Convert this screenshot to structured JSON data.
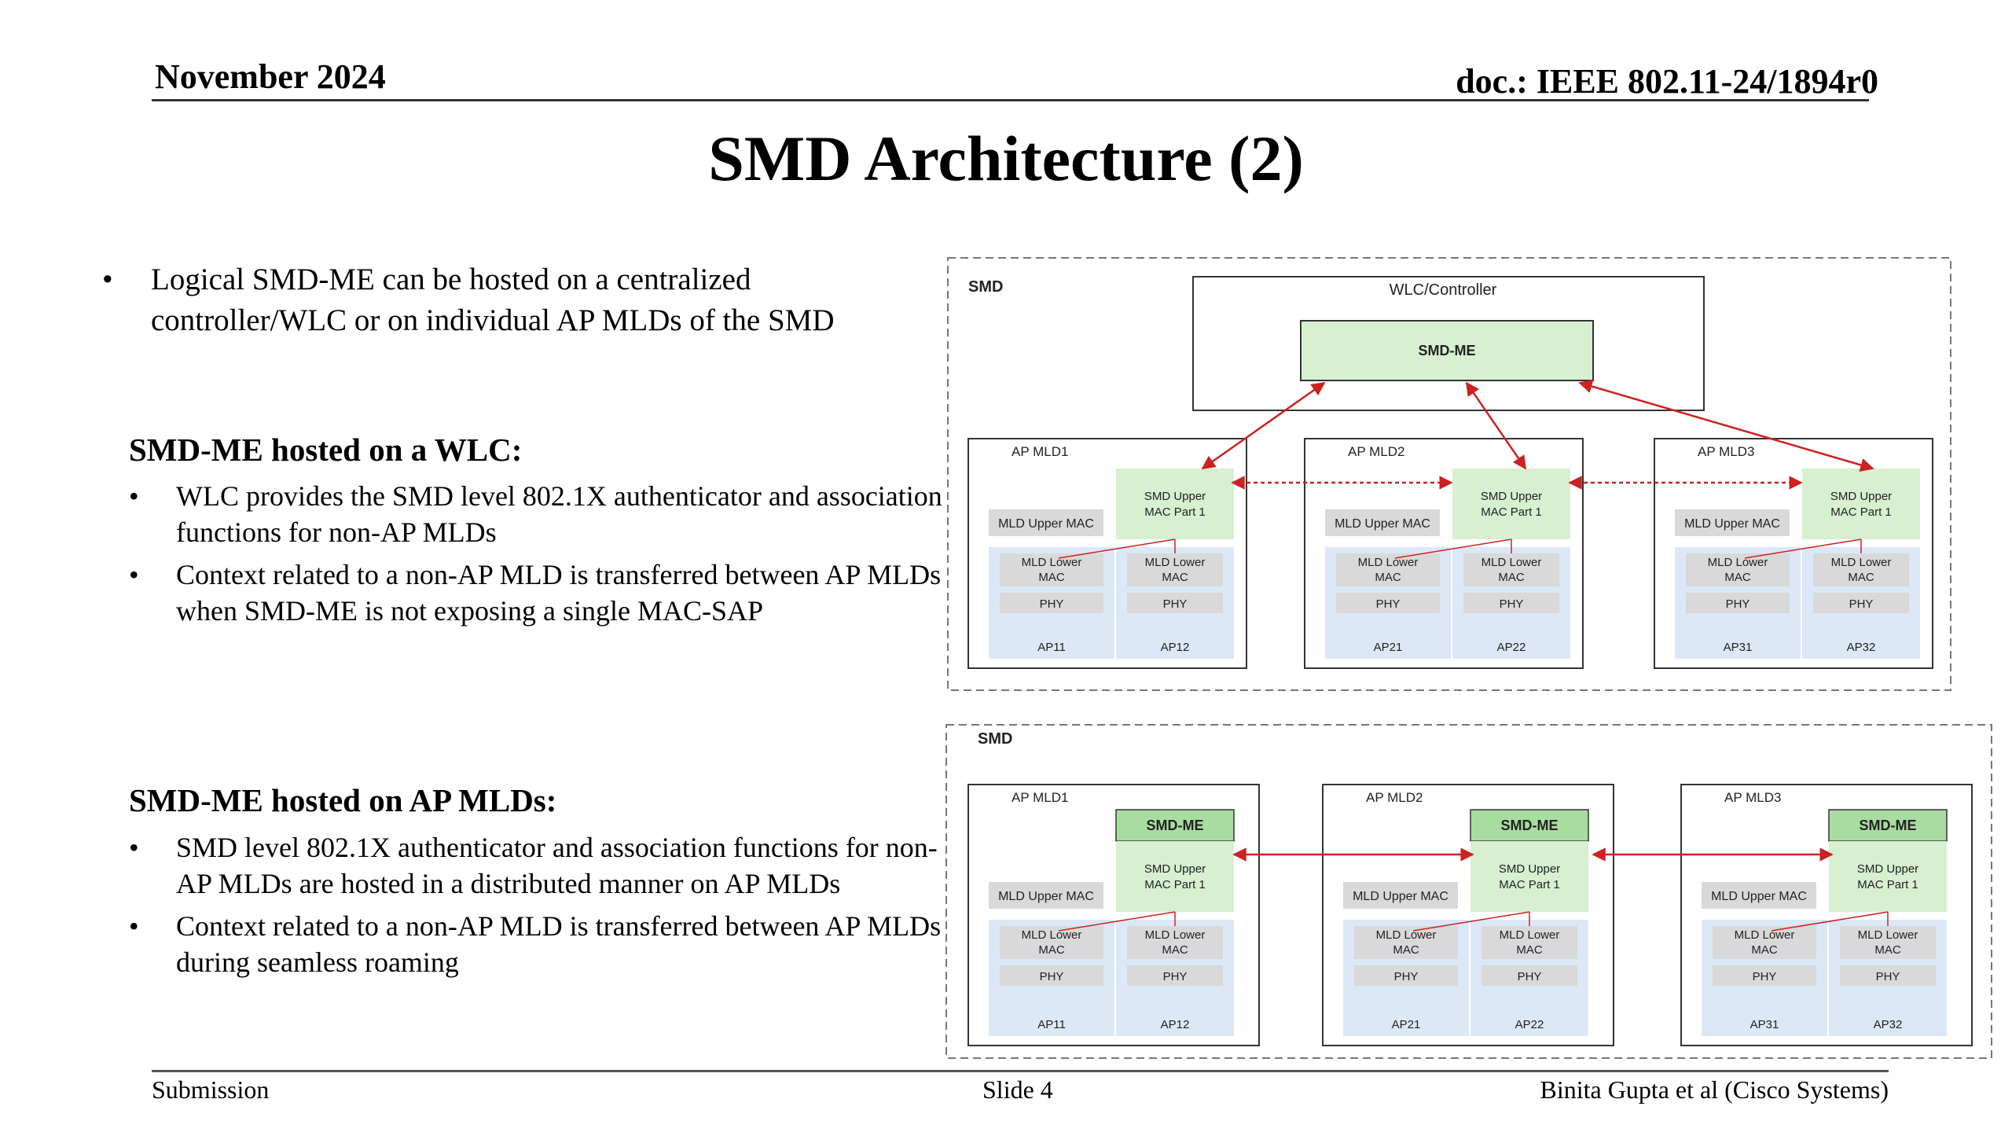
{
  "header": {
    "date": "November 2024",
    "doc": "doc.: IEEE 802.11-24/1894r0"
  },
  "title": "SMD Architecture (2)",
  "main_bullet": "Logical SMD-ME can be hosted on a centralized controller/WLC or on individual AP MLDs of the SMD",
  "wlc_section": {
    "heading": "SMD-ME hosted on a WLC:",
    "bullets": [
      "WLC provides the SMD level 802.1X authenticator and association functions for non-AP MLDs",
      "Context related to a non-AP MLD is transferred between AP MLDs when SMD-ME is not exposing a single MAC-SAP"
    ]
  },
  "ap_section": {
    "heading": "SMD-ME hosted on AP MLDs:",
    "bullets": [
      "SMD level 802.1X authenticator and association functions for non-AP MLDs are hosted in a distributed manner on AP MLDs",
      "Context related to a non-AP MLD is transferred between AP MLDs during seamless roaming"
    ]
  },
  "footer": {
    "left": "Submission",
    "center": "Slide 4",
    "right": "Binita Gupta et al (Cisco Systems)"
  },
  "diagram_top": {
    "smd_label": "SMD",
    "controller_label": "WLC/Controller",
    "smd_me_label": "SMD-ME",
    "ap_mlds": [
      {
        "label": "AP MLD1",
        "upper_part": "SMD Upper MAC Part 1",
        "upper_mac": "MLD Upper MAC",
        "lower_mac": "MLD Lower MAC",
        "phy": "PHY",
        "aps": [
          "AP11",
          "AP12"
        ]
      },
      {
        "label": "AP MLD2",
        "upper_part": "SMD Upper MAC Part 1",
        "upper_mac": "MLD Upper MAC",
        "lower_mac": "MLD Lower MAC",
        "phy": "PHY",
        "aps": [
          "AP21",
          "AP22"
        ]
      },
      {
        "label": "AP MLD3",
        "upper_part": "SMD Upper MAC Part 1",
        "upper_mac": "MLD Upper MAC",
        "lower_mac": "MLD Lower MAC",
        "phy": "PHY",
        "aps": [
          "AP31",
          "AP32"
        ]
      }
    ]
  },
  "diagram_bottom": {
    "smd_label": "SMD",
    "ap_mlds": [
      {
        "label": "AP MLD1",
        "smd_me": "SMD-ME",
        "upper_part": "SMD Upper MAC Part 1",
        "upper_mac": "MLD Upper MAC",
        "lower_mac": "MLD Lower MAC",
        "phy": "PHY",
        "aps": [
          "AP11",
          "AP12"
        ]
      },
      {
        "label": "AP MLD2",
        "smd_me": "SMD-ME",
        "upper_part": "SMD Upper MAC Part 1",
        "upper_mac": "MLD Upper MAC",
        "lower_mac": "MLD Lower MAC",
        "phy": "PHY",
        "aps": [
          "AP21",
          "AP22"
        ]
      },
      {
        "label": "AP MLD3",
        "smd_me": "SMD-ME",
        "upper_part": "SMD Upper MAC Part 1",
        "upper_mac": "MLD Upper MAC",
        "lower_mac": "MLD Lower MAC",
        "phy": "PHY",
        "aps": [
          "AP31",
          "AP32"
        ]
      }
    ]
  },
  "colors": {
    "green": "#d6f0d0",
    "green_stroke": "#7ab870",
    "blue": "#dce8f5",
    "gray": "#d9d9d9",
    "arrow": "#cc2222"
  }
}
